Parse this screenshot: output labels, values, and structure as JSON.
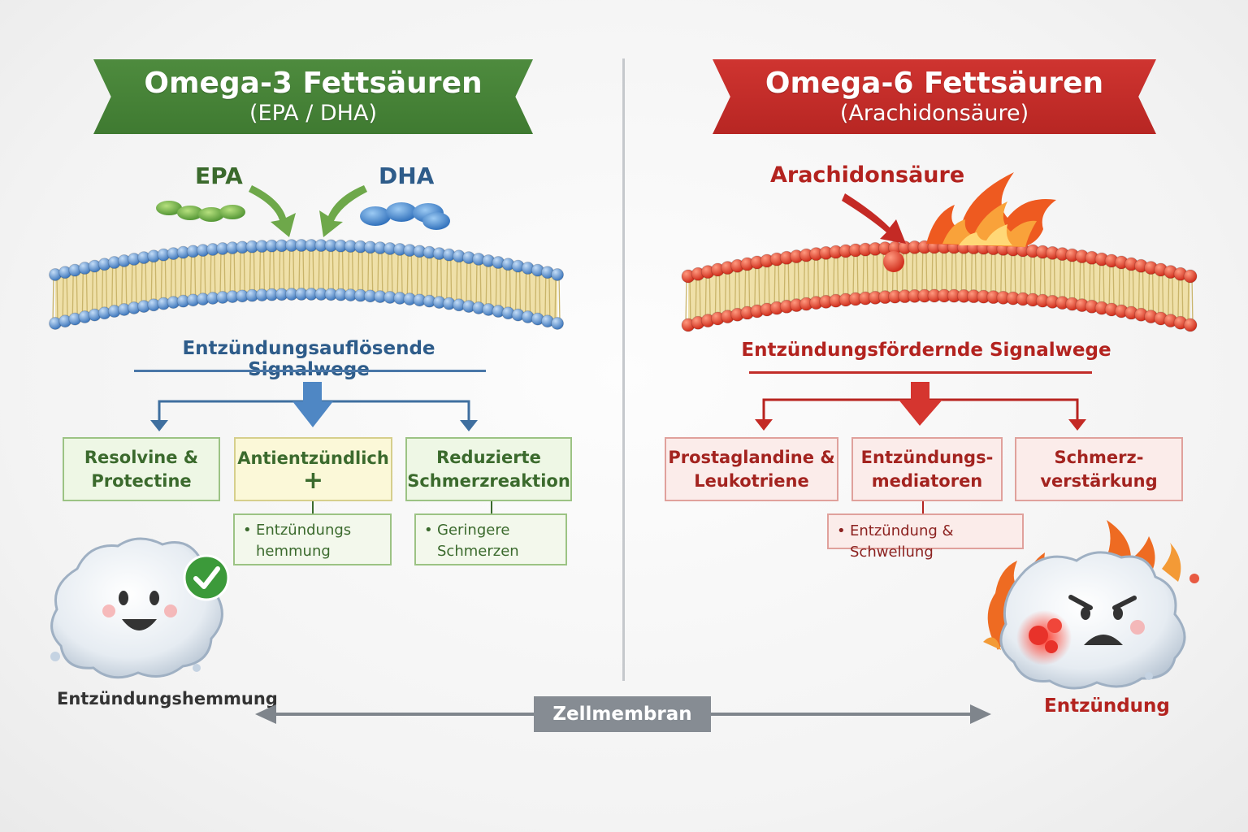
{
  "left": {
    "title": "Omega-3 Fettsäuren",
    "subtitle": "(EPA / DHA)",
    "epa_label": "EPA",
    "dha_label": "DHA",
    "pathway": "Entzündungsauflösende Signalwege",
    "box1": "Resolvine & Protectine",
    "box2": "Antientzündlich",
    "box2_symbol": "+",
    "box3": "Reduzierte Schmerzreaktion",
    "sub1": "Entzündungs hemmung",
    "sub2": "Geringere Schmerzen",
    "caption": "Entzündungshemmung",
    "accent_color": "#4e8b3e",
    "pathway_color": "#2e5c8a"
  },
  "right": {
    "title": "Omega-6 Fettsäuren",
    "subtitle": "(Arachidonsäure)",
    "arachidon_label": "Arachidonsäure",
    "pathway": "Entzündungsfördernde Signalwege",
    "box1": "Prostaglandine & Leukotriene",
    "box2": "Entzündungs-mediatoren",
    "box3": "Schmerz-verstärkung",
    "sub1": "Entzündung & Schwellung",
    "caption": "Entzündung",
    "accent_color": "#c22d29"
  },
  "bottom": {
    "label": "Zellmembran"
  },
  "icons": [
    "check-icon",
    "flame-icon",
    "happy-cell-icon",
    "angry-cell-icon",
    "bullet-icon"
  ]
}
